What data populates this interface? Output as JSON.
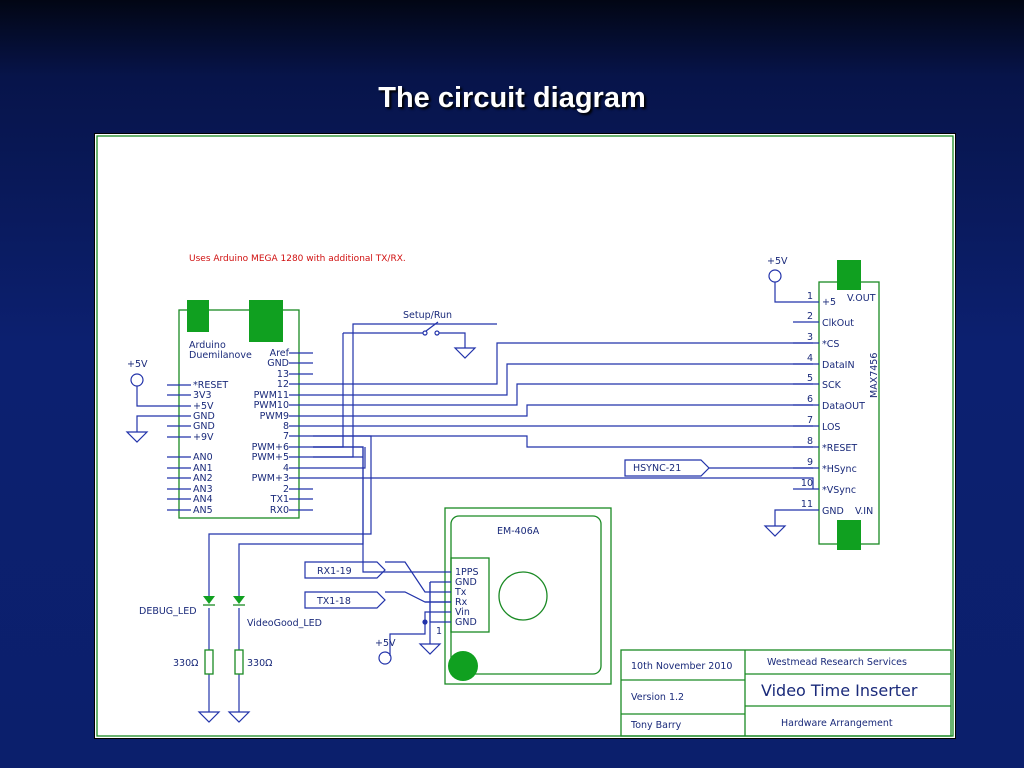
{
  "slide": {
    "title": "The circuit diagram"
  },
  "colors": {
    "background": "#0d1f66",
    "wire": "#2233aa",
    "component": "#1a8a24",
    "note": "#d01010"
  },
  "diagram": {
    "note": "Uses Arduino MEGA 1280 with additional TX/RX.",
    "power_label": "+5V",
    "switch_label": "Setup/Run",
    "arduino": {
      "name_line1": "Arduino",
      "name_line2": "Duemilanove",
      "left_pins": [
        "*RESET",
        "3V3",
        "+5V",
        "GND",
        "GND",
        "+9V",
        "AN0",
        "AN1",
        "AN2",
        "AN3",
        "AN4",
        "AN5"
      ],
      "right_pins": [
        "Aref",
        "GND",
        "13",
        "12",
        "PWM11",
        "PWM10",
        "PWM9",
        "8",
        "7",
        "PWM+6",
        "PWM+5",
        "4",
        "PWM+3",
        "2",
        "TX1",
        "RX0"
      ]
    },
    "max7456": {
      "name": "MAX7456",
      "pins": [
        {
          "num": "1",
          "label": "+5"
        },
        {
          "num": "2",
          "label": "ClkOut"
        },
        {
          "num": "3",
          "label": "*CS"
        },
        {
          "num": "4",
          "label": "DataIN"
        },
        {
          "num": "5",
          "label": "SCK"
        },
        {
          "num": "6",
          "label": "DataOUT"
        },
        {
          "num": "7",
          "label": "LOS"
        },
        {
          "num": "8",
          "label": "*RESET"
        },
        {
          "num": "9",
          "label": "*HSync"
        },
        {
          "num": "10",
          "label": "*VSync"
        },
        {
          "num": "11",
          "label": "GND"
        }
      ],
      "vout": "V.OUT",
      "vin": "V.IN"
    },
    "hsync_tag": "HSYNC-21",
    "gps": {
      "name": "EM-406A",
      "pins": [
        "1PPS",
        "GND",
        "Tx",
        "Rx",
        "Vin",
        "GND"
      ],
      "pin1": "1"
    },
    "rx_tag": "RX1-19",
    "tx_tag": "TX1-18",
    "leds": {
      "debug": "DEBUG_LED",
      "video": "VideoGood_LED",
      "r1": "330Ω",
      "r2": "330Ω"
    },
    "title_block": {
      "date": "10th November 2010",
      "version": "Version 1.2",
      "author": "Tony Barry",
      "company": "Westmead Research Services",
      "project": "Video  Time  Inserter",
      "sheet": "Hardware Arrangement"
    }
  }
}
